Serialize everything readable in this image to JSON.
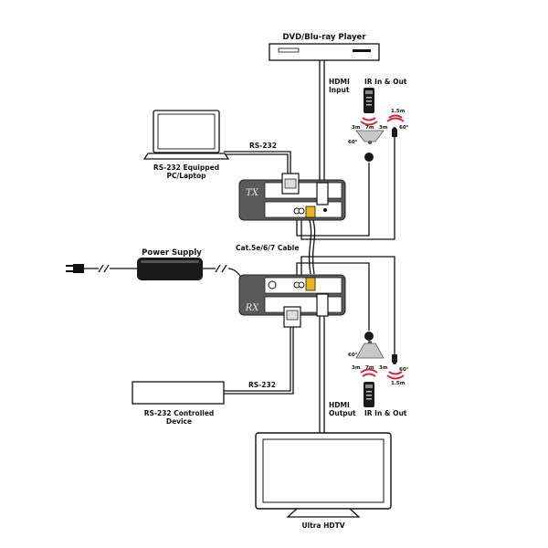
{
  "devices": {
    "source": "DVD/Blu-ray Player",
    "pc_line1": "RS-232 Equipped",
    "pc_line2": "PC/Laptop",
    "power": "Power Supply",
    "controlled_line1": "RS-232 Controlled",
    "controlled_line2": "Device",
    "display": "Ultra HDTV"
  },
  "units": {
    "tx": "TX",
    "rx": "RX"
  },
  "links": {
    "hdmi_input_1": "HDMI",
    "hdmi_input_2": "Input",
    "hdmi_output_1": "HDMI",
    "hdmi_output_2": "Output",
    "ir_top": "IR In & Out",
    "ir_bottom": "IR In & Out",
    "rs232_top": "RS-232",
    "rs232_bottom": "RS-232",
    "cat": "Cat.5e/6/7 Cable"
  },
  "ir_specs": {
    "top_3m_left": "3m",
    "top_7m": "7m",
    "top_3m_right": "3m",
    "top_1_5m": "1.5m",
    "top_60_left": "60°",
    "top_60_right": "60°",
    "bot_3m_left": "3m",
    "bot_7m": "7m",
    "bot_3m_right": "3m",
    "bot_1_5m": "1.5m",
    "bot_60_left": "60°",
    "bot_60_right": "60°"
  },
  "colors": {
    "ir_wave": "#d6283a",
    "unit_body": "#5a5a5a",
    "cable": "#111111"
  }
}
